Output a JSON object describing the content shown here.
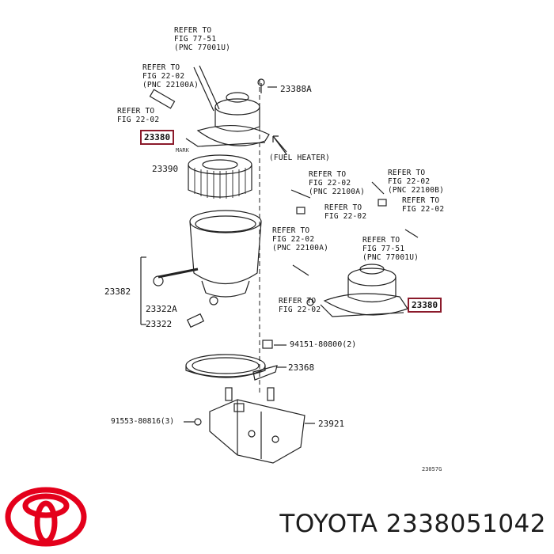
{
  "diagram": {
    "refs": {
      "r1": "REFER TO\nFIG 77-51\n(PNC 77001U)",
      "r2": "REFER TO\nFIG 22-02\n(PNC 22100A)",
      "r3": "REFER TO\nFIG 22-02",
      "r4": "REFER TO\nFIG 22-02\n(PNC 22100A)",
      "r5": "REFER TO\nFIG 22-02\n(PNC 22100B)",
      "r6": "REFER TO\nFIG 22-02",
      "r7": "REFER TO\nFIG 22-02",
      "r8": "REFER TO\nFIG 22-02\n(PNC 22100A)",
      "r9": "REFER TO\nFIG 77-51\n(PNC 77001U)",
      "r10": "REFER TO\nFIG 22-02"
    },
    "parts": {
      "p23388A": "23388A",
      "p23380a": "23380",
      "mark": "MARK",
      "fuel_heater": "(FUEL HEATER)",
      "p23390": "23390",
      "p23382": "23382",
      "p23322A": "23322A",
      "p23322": "23322",
      "p23380b": "23380",
      "p94151": "94151-80800(2)",
      "p23368": "23368",
      "p91553": "91553-80816(3)",
      "p23921": "23921",
      "fig_code": "23057G"
    }
  },
  "footer": {
    "brand_part": "TOYOTA 2338051042"
  },
  "colors": {
    "highlight_border": "#8b1a2b",
    "logo_red": "#e4001b"
  }
}
